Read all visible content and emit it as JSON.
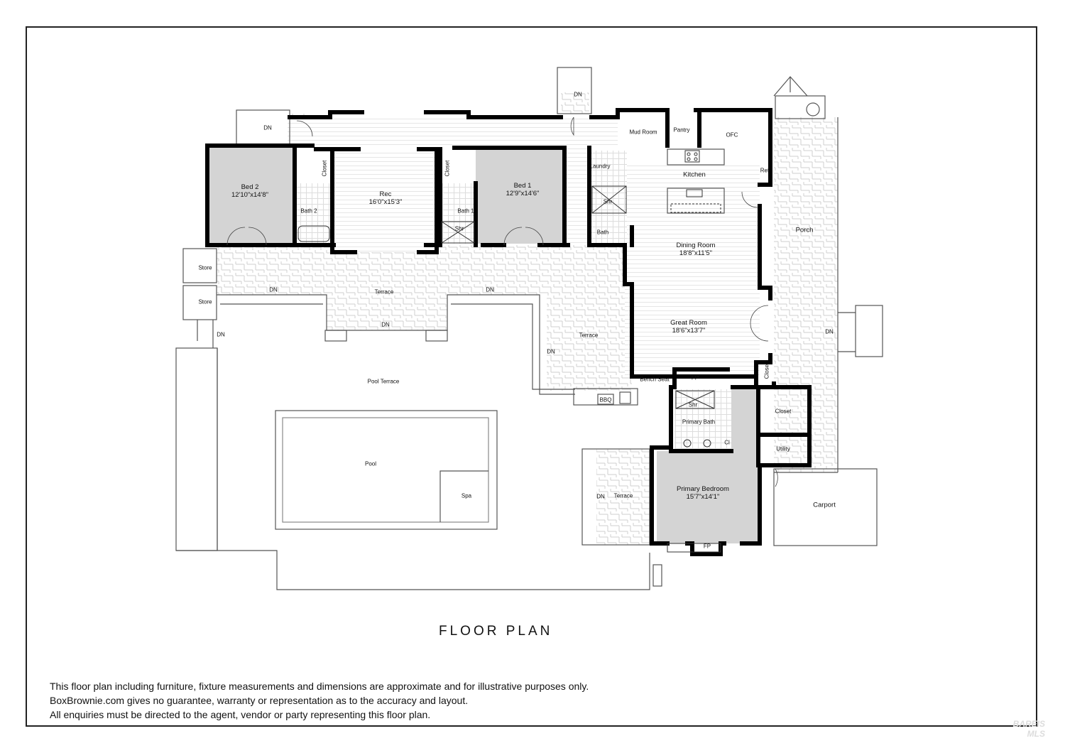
{
  "title": "FLOOR PLAN",
  "rooms": {
    "bed2": {
      "name": "Bed 2",
      "dim": "12'10\"x14'8\""
    },
    "rec": {
      "name": "Rec",
      "dim": "16'0\"x15'3\""
    },
    "bed1": {
      "name": "Bed 1",
      "dim": "12'9\"x14'6\""
    },
    "bath2": {
      "name": "Bath 2"
    },
    "bath1": {
      "name": "Bath 1"
    },
    "closet_left": {
      "name": "Closet"
    },
    "closet_right": {
      "name": "Closet"
    },
    "shr_bath1": {
      "name": "Shr"
    },
    "mud_room": {
      "name": "Mud Room"
    },
    "pantry": {
      "name": "Pantry"
    },
    "ofc": {
      "name": "OFC"
    },
    "kitchen": {
      "name": "Kitchen"
    },
    "ref": {
      "name": "Ref"
    },
    "laundry": {
      "name": "Laundry"
    },
    "shr_hall": {
      "name": "Shr"
    },
    "bath_hall": {
      "name": "Bath"
    },
    "dining": {
      "name": "Dining Room",
      "dim": "18'8\"x11'5\""
    },
    "great": {
      "name": "Great Room",
      "dim": "18'6\"x13'7\""
    },
    "porch": {
      "name": "Porch"
    },
    "bench_seat": {
      "name": "Bench Seat"
    },
    "fp_great": {
      "name": "FP"
    },
    "closet_entry": {
      "name": "Closet"
    },
    "shr_primary": {
      "name": "Shr"
    },
    "primary_bath": {
      "name": "Primary Bath"
    },
    "cl_primary": {
      "name": "Cl"
    },
    "closet_primary": {
      "name": "Closet"
    },
    "utility": {
      "name": "Utility"
    },
    "primary_bed": {
      "name": "Primary Bedroom",
      "dim": "15'7\"x14'1\""
    },
    "fp_primary": {
      "name": "FP"
    },
    "carport": {
      "name": "Carport"
    },
    "terrace_primary": {
      "name": "Terrace"
    },
    "terrace_top": {
      "name": "Terrace"
    },
    "terrace_right": {
      "name": "Terrace"
    },
    "pool_terrace": {
      "name": "Pool Terrace"
    },
    "pool": {
      "name": "Pool"
    },
    "spa": {
      "name": "Spa"
    },
    "bbq": {
      "name": "BBQ"
    },
    "store1": {
      "name": "Store"
    },
    "store2": {
      "name": "Store"
    }
  },
  "stairs": {
    "dn_label": "DN"
  },
  "disclaimer": [
    "This floor plan including furniture, fixture measurements and dimensions are approximate and for illustrative purposes only.",
    "BoxBrownie.com gives no guarantee, warranty or representation as to the accuracy and layout.",
    "All enquiries must be directed to the agent, vendor or party representing this floor plan."
  ],
  "watermark": {
    "line1": "BAREIS",
    "line2": "MLS"
  },
  "colors": {
    "wall": "#000000",
    "shaded_room": "#d4d4d4",
    "paving_line": "#cfcfcf",
    "outline": "#555555"
  }
}
